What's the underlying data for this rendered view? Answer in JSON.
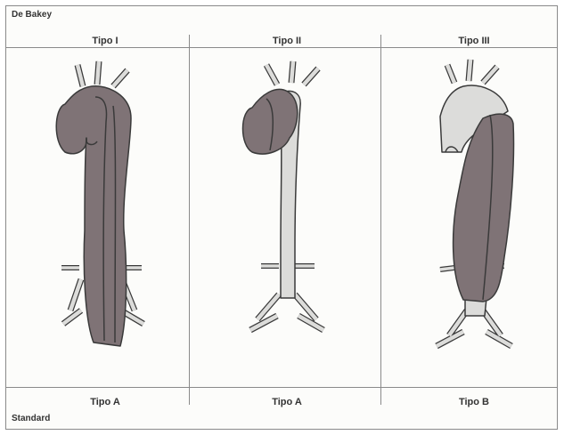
{
  "header": {
    "classification": "De Bakey"
  },
  "columns": [
    {
      "type_label": "Tipo I",
      "stanford_label": "Tipo A"
    },
    {
      "type_label": "Tipo II",
      "stanford_label": "Tipo A"
    },
    {
      "type_label": "Tipo III",
      "stanford_label": "Tipo B"
    }
  ],
  "footer": {
    "classification": "Standard"
  },
  "colors": {
    "dissection": "#7f7376",
    "aorta": "#dcdcda",
    "outline": "#3a3a3a",
    "grid": "#8a8a8a"
  }
}
